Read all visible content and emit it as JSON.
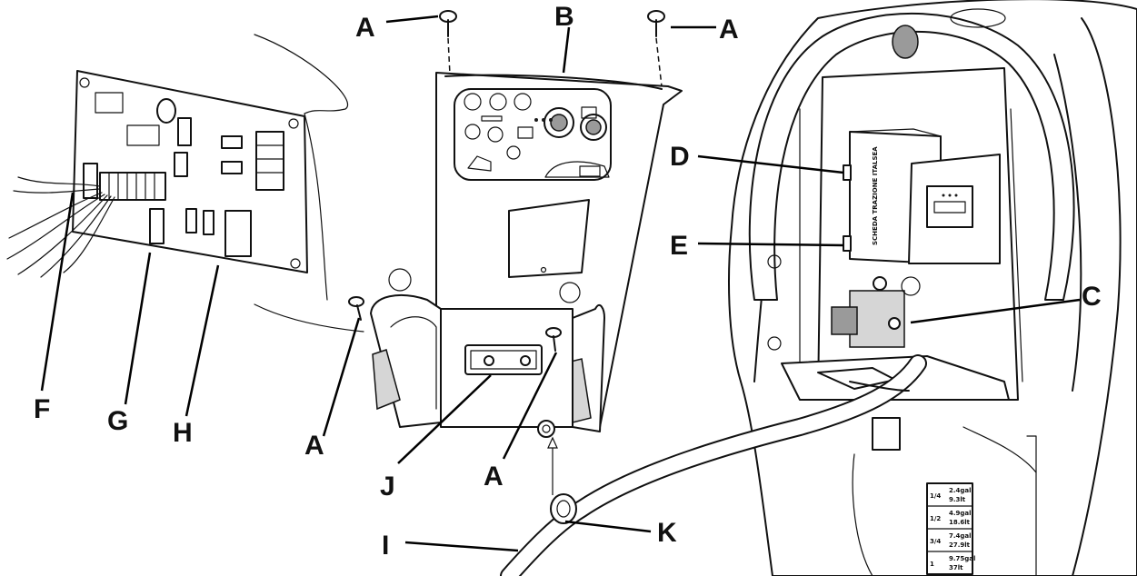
{
  "callouts": {
    "A": "A",
    "B": "B",
    "C": "C",
    "D": "D",
    "E": "E",
    "F": "F",
    "G": "G",
    "H": "H",
    "I": "I",
    "J": "J",
    "K": "K"
  },
  "board_marking": "SCHEDA TRAZIONE ITALSEA",
  "chart_table": [
    {
      "fraction": "1/4",
      "top": "2.4gal",
      "bottom": "9.3lt"
    },
    {
      "fraction": "1/2",
      "top": "4.9gal",
      "bottom": "18.6lt"
    },
    {
      "fraction": "3/4",
      "top": "7.4gal",
      "bottom": "27.9lt"
    },
    {
      "fraction": "1",
      "top": "9.75gal",
      "bottom": "37lt"
    }
  ]
}
